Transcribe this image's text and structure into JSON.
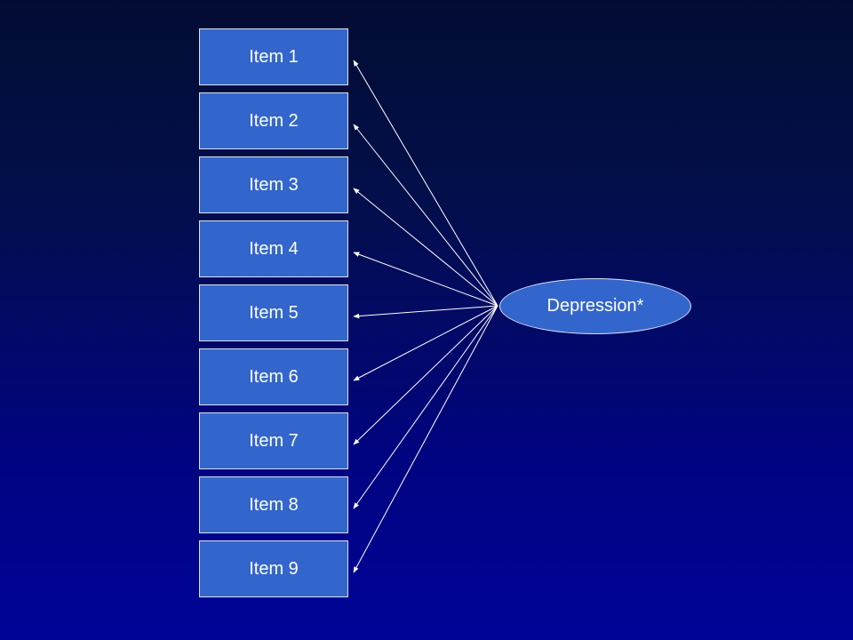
{
  "diagram": {
    "latent": {
      "label": "Depression*"
    },
    "items": [
      {
        "label": "Item 1"
      },
      {
        "label": "Item 2"
      },
      {
        "label": "Item 3"
      },
      {
        "label": "Item 4"
      },
      {
        "label": "Item 5"
      },
      {
        "label": "Item 6"
      },
      {
        "label": "Item 7"
      },
      {
        "label": "Item 8"
      },
      {
        "label": "Item 9"
      }
    ],
    "colors": {
      "box_fill": "#3366cc",
      "box_border": "#d9e3f5",
      "arrow": "#ffffff",
      "background_top": "#020c33",
      "background_bottom": "#000497"
    }
  }
}
